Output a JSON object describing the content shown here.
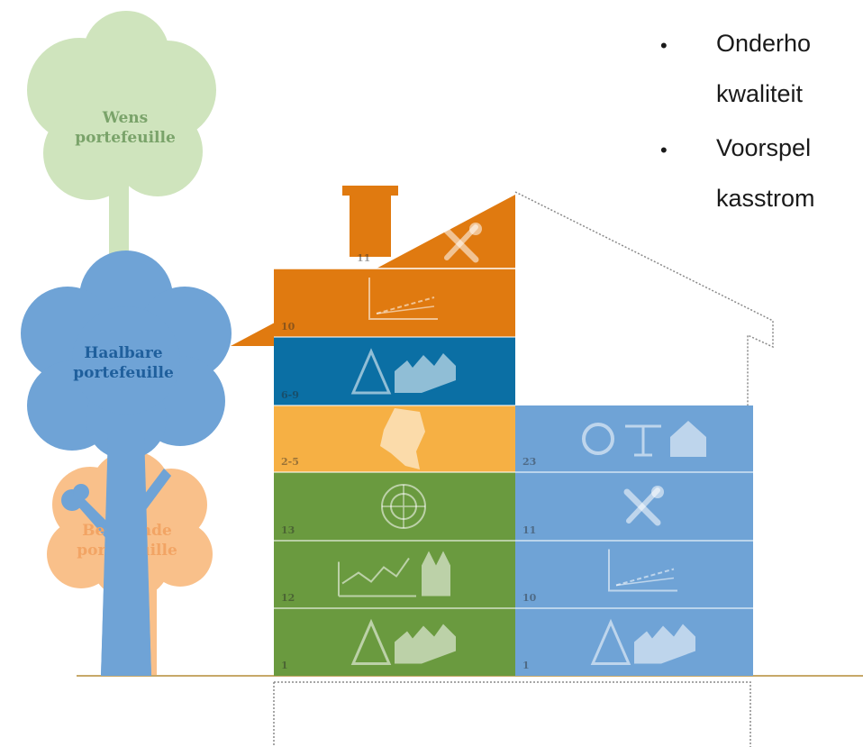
{
  "trees": {
    "wens": {
      "line1": "Wens",
      "line2": "portefeuille"
    },
    "haalbaar": {
      "line1": "Haalbare",
      "line2": "portefeuille"
    },
    "bestaand": {
      "line1": "Bestaande",
      "line2": "portefeuille"
    }
  },
  "bullets": [
    {
      "line1": "Onderho",
      "line2": "kwaliteit"
    },
    {
      "line1": "Voorspel",
      "line2": "kasstrom"
    }
  ],
  "left_floors": [
    {
      "number": "11",
      "icon": "tools-icon",
      "color": "#e07a10"
    },
    {
      "number": "10",
      "icon": "trend-chart-icon",
      "color": "#e07a10"
    },
    {
      "number": "6-9",
      "icon": "triangle-houses-icon",
      "color": "#0b6fa4"
    },
    {
      "number": "2-5",
      "icon": "netherlands-map-icon",
      "color": "#f6b044"
    },
    {
      "number": "13",
      "icon": "radar-icon",
      "color": "#6a9a3f"
    },
    {
      "number": "12",
      "icon": "skyline-church-icon",
      "color": "#6a9a3f"
    },
    {
      "number": "1",
      "icon": "triangle-houses-icon",
      "color": "#6a9a3f"
    }
  ],
  "right_floors": [
    {
      "number": "23",
      "icon": "finance-scales-house-icon",
      "color": "#6fa3d6"
    },
    {
      "number": "11",
      "icon": "tools-icon",
      "color": "#6fa3d6"
    },
    {
      "number": "10",
      "icon": "trend-chart-icon",
      "color": "#6fa3d6"
    },
    {
      "number": "1",
      "icon": "triangle-houses-icon",
      "color": "#6fa3d6"
    }
  ]
}
